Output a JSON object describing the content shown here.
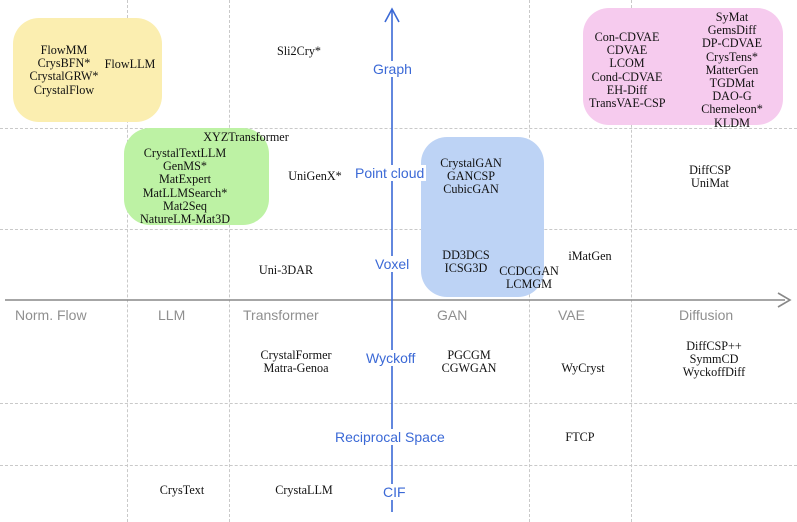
{
  "colors": {
    "yellow_box": "#fbeeb0",
    "green_box": "#bdf2a4",
    "blue_box": "#bdd3f5",
    "pink_box": "#f6cbee",
    "axis_blue": "#3b69d6",
    "axis_gray": "#888888"
  },
  "x_axis": {
    "categories": [
      "Norm. Flow",
      "LLM",
      "Transformer",
      "GAN",
      "VAE",
      "Diffusion"
    ]
  },
  "y_axis": {
    "representations": [
      "Graph",
      "Point cloud",
      "Voxel",
      "Wyckoff",
      "Reciprocal Space",
      "CIF"
    ]
  },
  "methods": {
    "flow_graph": [
      "FlowMM",
      "CrysBFN*",
      "CrystalGRW*",
      "CrystalFlow"
    ],
    "llm_graph": [
      "FlowLLM"
    ],
    "transformer_graph": [
      "Sli2Cry*"
    ],
    "diffusion_graph_col1": [
      "Con-CDVAE",
      "CDVAE",
      "LCOM",
      "Cond-CDVAE",
      "EH-Diff",
      "TransVAE-CSP"
    ],
    "diffusion_graph_col2": [
      "SyMat",
      "GemsDiff",
      "DP-CDVAE",
      "CrysTens*",
      "MatterGen",
      "TGDMat",
      "DAO-G",
      "Chemeleon*",
      "KLDM"
    ],
    "transformer_pointcloud_xyz": [
      "XYZTransformer"
    ],
    "llm_pointcloud": [
      "CrystalTextLLM",
      "GenMS*",
      "MatExpert",
      "MatLLMSearch*",
      "Mat2Seq",
      "NatureLM-Mat3D"
    ],
    "transformer_pointcloud": [
      "UniGenX*"
    ],
    "gan_pointcloud": [
      "CrystalGAN",
      "GANCSP",
      "CubicGAN"
    ],
    "diffusion_pointcloud": [
      "DiffCSP",
      "UniMat"
    ],
    "transformer_voxel": [
      "Uni-3DAR"
    ],
    "gan_voxel_a": [
      "DD3DCS",
      "ICSG3D"
    ],
    "gan_voxel_b": [
      "CCDCGAN",
      "LCMGM"
    ],
    "vae_voxel": [
      "iMatGen"
    ],
    "transformer_wyckoff": [
      "CrystalFormer",
      "Matra-Genoa"
    ],
    "gan_wyckoff": [
      "PGCGM",
      "CGWGAN"
    ],
    "vae_wyckoff": [
      "WyCryst"
    ],
    "diffusion_wyckoff": [
      "DiffCSP++",
      "SymmCD",
      "WyckoffDiff"
    ],
    "vae_reciprocal": [
      "FTCP"
    ],
    "llm_cif": [
      "CrysText"
    ],
    "transformer_cif": [
      "CrystaLLM"
    ]
  }
}
